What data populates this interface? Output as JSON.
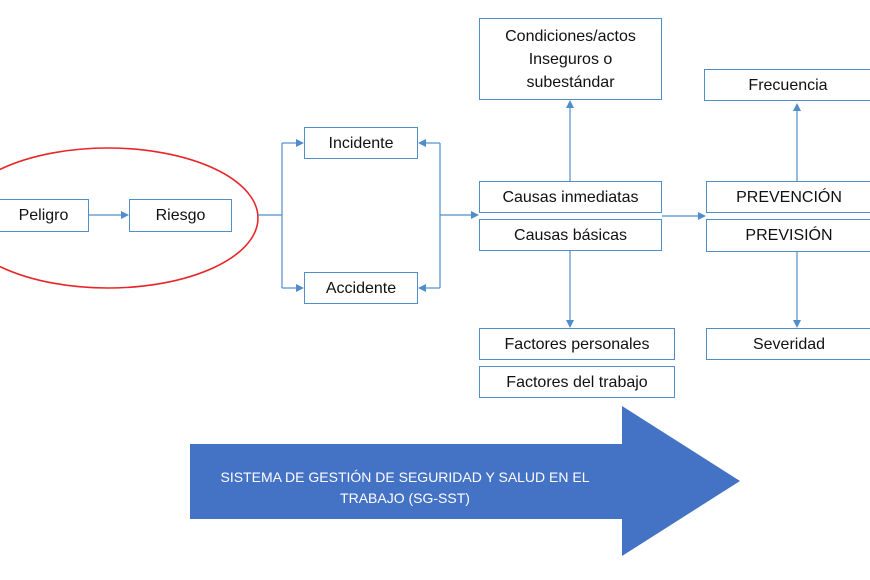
{
  "nodes": {
    "peligro": "Peligro",
    "riesgo": "Riesgo",
    "incidente": "Incidente",
    "accidente": "Accidente",
    "condiciones": "Condiciones/actos\nInseguros o\nsubestándar",
    "causas_inmediatas": "Causas inmediatas",
    "causas_basicas": "Causas básicas",
    "factores_personales": "Factores personales",
    "factores_trabajo": "Factores del trabajo",
    "frecuencia": "Frecuencia",
    "prevencion": "PREVENCIÓN",
    "prevision": "PREVISIÓN",
    "severidad": "Severidad"
  },
  "banner": {
    "text": "SISTEMA DE GESTIÓN DE SEGURIDAD Y SALUD EN EL\nTRABAJO (SG-SST)"
  },
  "colors": {
    "box_border": "#4f8ecb",
    "connector": "#4f8ecb",
    "highlight_ellipse": "#e8262a",
    "banner_fill": "#4472c4"
  }
}
